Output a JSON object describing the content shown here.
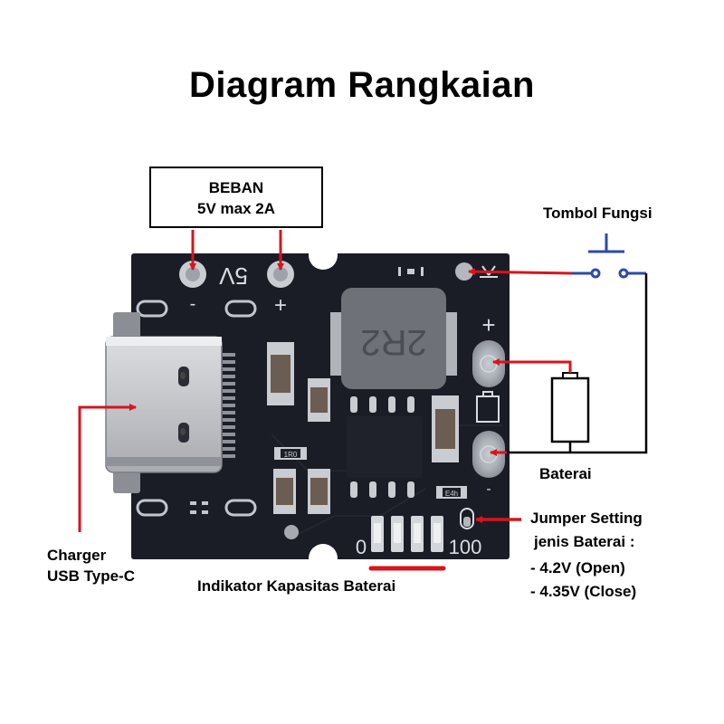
{
  "title": "Diagram Rangkaian",
  "load_box": {
    "line1": "BEBAN",
    "line2": "5V max 2A"
  },
  "labels": {
    "switch": "Tombol Fungsi",
    "battery": "Baterai",
    "charger_line1": "Charger",
    "charger_line2": "USB Type-C",
    "indicator": "Indikator Kapasitas Baterai",
    "jumper_line1": "Jumper Setting",
    "jumper_line2": "jenis Baterai :",
    "jumper_opt1": "- 4.2V (Open)",
    "jumper_opt2": "- 4.35V (Close)"
  },
  "board_silkscreen": {
    "output_voltage": "5V",
    "out_minus": "-",
    "out_plus": "+",
    "bat_plus": "+",
    "bat_minus": "-",
    "inductor_marking": "2R2",
    "resistor1": "1R0",
    "resistor2": "E4h",
    "led_scale_min": "0",
    "led_scale_max": "100",
    "led_count": 4
  },
  "colors": {
    "pcb": "#1a1d26",
    "wire_red": "#d8141c",
    "wire_black": "#000000",
    "switch_blue": "#2e4aa8",
    "pad_silver": "#b8bcc2"
  }
}
